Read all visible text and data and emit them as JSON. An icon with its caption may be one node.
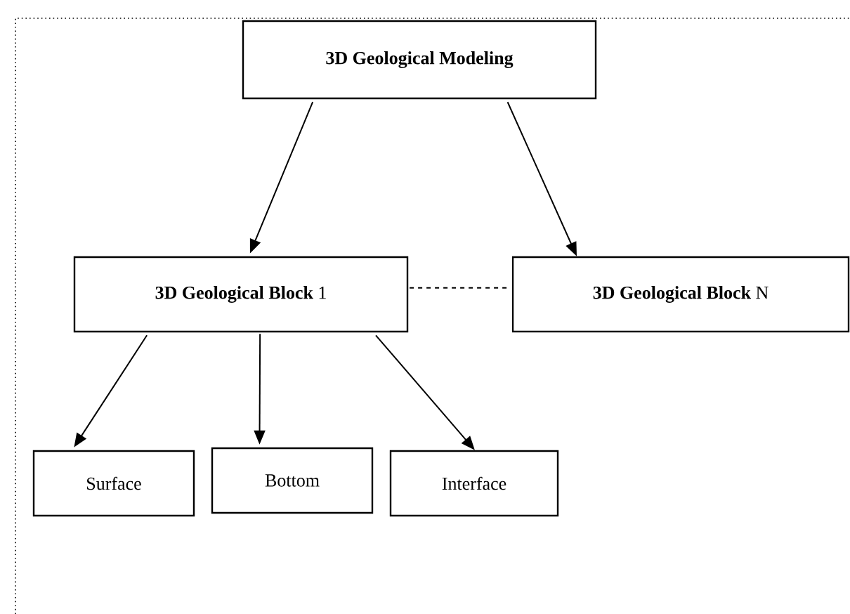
{
  "diagram": {
    "nodes": [
      {
        "text": [
          "3D Geological Modeling"
        ]
      },
      {
        "text": [
          "**3D Geological Block** 1"
        ]
      },
      {
        "text": [
          "**3D Geological Block** N"
        ]
      },
      {
        "text": [
          "Surface"
        ]
      },
      {
        "text": [
          "Bottom"
        ]
      },
      {
        "text": [
          "Interface"
        ]
      }
    ],
    "edges": [
      {
        "from": 0,
        "to": 1,
        "arrow": "to"
      },
      {
        "from": 0,
        "to": 2,
        "arrow": "to"
      },
      {
        "from": 1,
        "to": 2,
        "arrow": "none",
        "style": "dashed"
      },
      {
        "from": 1,
        "to": 3,
        "arrow": "to"
      },
      {
        "from": 1,
        "to": 4,
        "arrow": "to"
      },
      {
        "from": 1,
        "to": 5,
        "arrow": "to"
      }
    ]
  }
}
